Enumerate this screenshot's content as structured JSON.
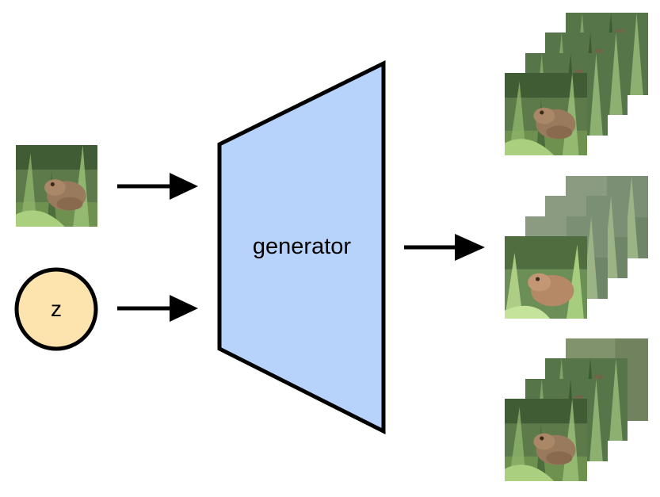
{
  "generator": {
    "label": "generator",
    "fill_color": "#b7d3fb",
    "stroke_color": "#000000"
  },
  "noise": {
    "label": "z",
    "fill_color": "#fde3ad",
    "stroke_color": "#000000"
  },
  "input_image": {
    "icon": "frog-photo"
  },
  "output_groups": [
    {
      "icon": "generated-frog-photo-stack",
      "count": 4
    },
    {
      "icon": "generated-frog-photo-stack",
      "count": 4
    },
    {
      "icon": "generated-frog-photo-stack",
      "count": 4
    }
  ],
  "colors": {
    "arrow": "#000000",
    "background": "#ffffff"
  }
}
